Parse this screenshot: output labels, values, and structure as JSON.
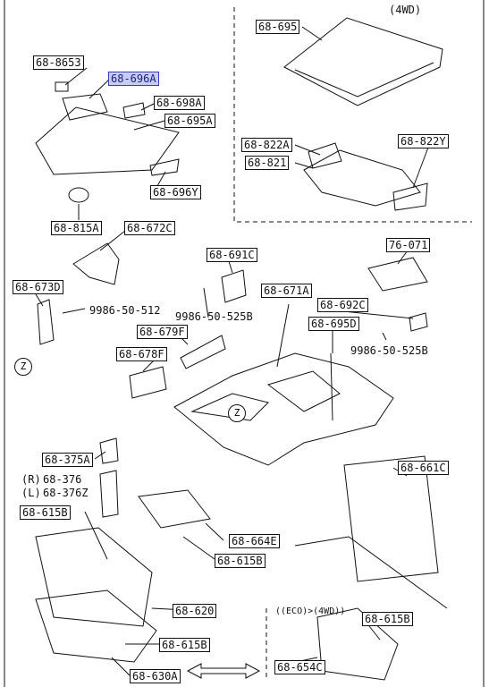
{
  "regions": {
    "four_wd_note": "(4WD)",
    "eco_note": "((ECO)>(4WD))"
  },
  "parts": {
    "p68_695": "68-695",
    "p68_8653": "68-8653",
    "p68_696A": "68-696A",
    "p68_698A": "68-698A",
    "p68_695A": "68-695A",
    "p68_822A": "68-822A",
    "p68_822Y": "68-822Y",
    "p68_821": "68-821",
    "p68_696Y": "68-696Y",
    "p68_815A": "68-815A",
    "p68_672C": "68-672C",
    "p68_691C": "68-691C",
    "p76_071": "76-071",
    "p68_673D": "68-673D",
    "p9986_50_512": "9986-50-512",
    "p68_671A": "68-671A",
    "p68_692C": "68-692C",
    "p9986_50_525B_a": "9986-50-525B",
    "p68_695D": "68-695D",
    "p68_679F": "68-679F",
    "p9986_50_525B_b": "9986-50-525B",
    "p68_678F": "68-678F",
    "p68_375A": "68-375A",
    "p68_376_R": "68-376",
    "p68_376Z_L": "68-376Z",
    "r_mark": "(R)",
    "l_mark": "(L)",
    "p68_661C": "68-661C",
    "p68_615B_a": "68-615B",
    "p68_664E": "68-664E",
    "p68_615B_b": "68-615B",
    "p68_620": "68-620",
    "p68_615B_c": "68-615B",
    "p68_615B_d": "68-615B",
    "p68_654C": "68-654C",
    "p68_630A": "68-630A"
  },
  "markers": {
    "z1": "Z",
    "z2": "Z"
  },
  "colors": {
    "line": "#111111",
    "highlight": "#c8ccf2",
    "highlight_border": "#3340b8"
  }
}
